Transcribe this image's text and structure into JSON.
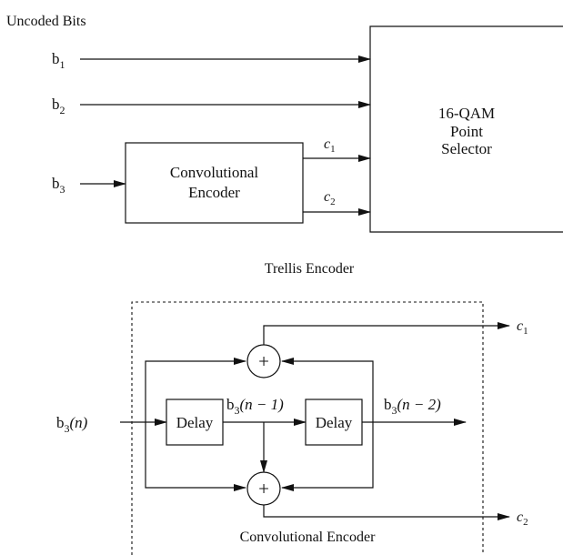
{
  "top": {
    "header": "Uncoded Bits",
    "inputs": {
      "b1": {
        "base": "b",
        "sub": "1"
      },
      "b2": {
        "base": "b",
        "sub": "2"
      },
      "b3": {
        "base": "b",
        "sub": "3"
      }
    },
    "encoder_label": [
      "Convolutional",
      "Encoder"
    ],
    "outputs": {
      "c1": {
        "base": "c",
        "sub": "1"
      },
      "c2": {
        "base": "c",
        "sub": "2"
      }
    },
    "selector_label": [
      "16-QAM",
      "Point",
      "Selector"
    ],
    "caption": "Trellis Encoder"
  },
  "bottom": {
    "input": {
      "base": "b",
      "sub": "3",
      "arg": "(n)"
    },
    "delay_label": "Delay",
    "tap1": {
      "base": "b",
      "sub": "3",
      "arg": "(n − 1)"
    },
    "tap2": {
      "base": "b",
      "sub": "3",
      "arg": "(n − 2)"
    },
    "adder_symbol": "+",
    "outputs": {
      "c1": {
        "base": "c",
        "sub": "1"
      },
      "c2": {
        "base": "c",
        "sub": "2"
      }
    },
    "caption": "Convolutional Encoder"
  }
}
